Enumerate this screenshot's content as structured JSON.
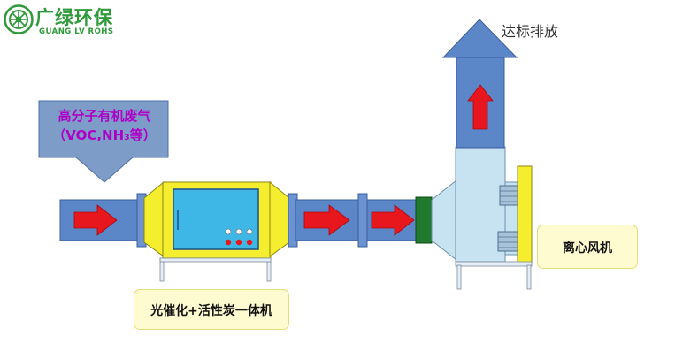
{
  "logo": {
    "name_cn": "广绿环保",
    "name_en": "GUANG LV ROHS"
  },
  "labels": {
    "inlet_line1": "高分子有机废气",
    "inlet_line2": "（VOC,NH₃等）",
    "unit": "光催化+活性炭一体机",
    "fan": "离心风机",
    "exhaust": "达标排放"
  },
  "colors": {
    "brand_green": "#2e9a3a",
    "duct_blue": "#5b86c8",
    "unit_yellow": "#f5ee2e",
    "panel_cyan": "#3fb7e6",
    "flow_arrow_red": "#e8161d",
    "inlet_text_purple": "#b000c8",
    "filter_green": "#1f7a2e"
  }
}
